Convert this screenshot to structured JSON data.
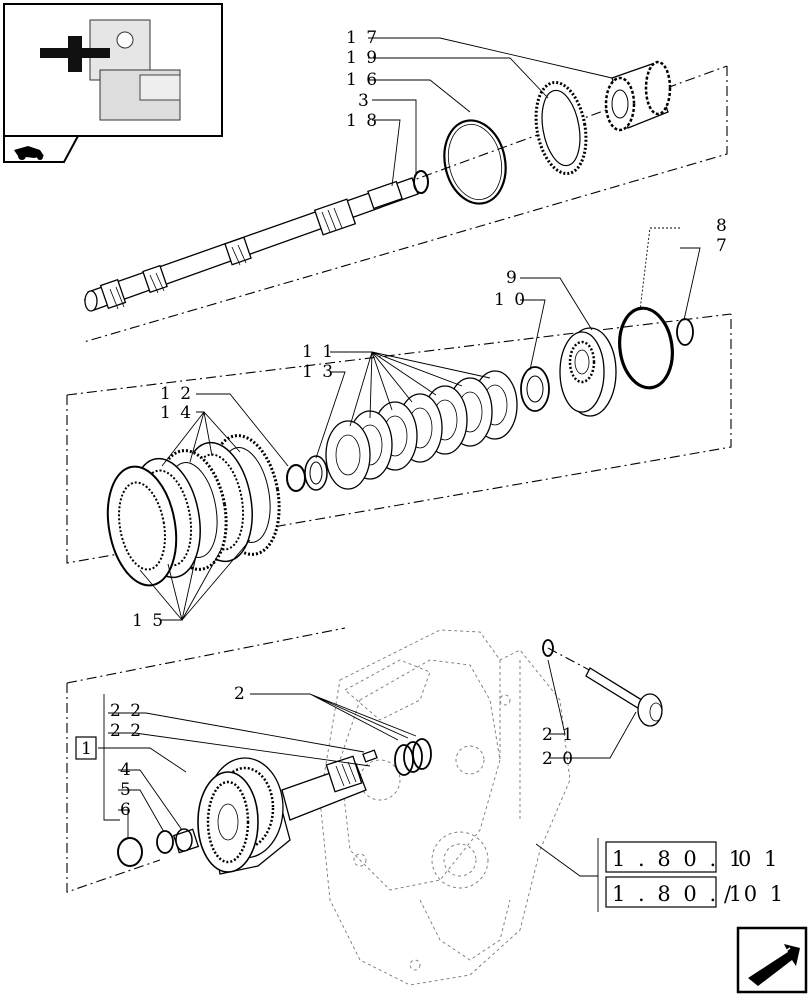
{
  "callouts": {
    "c17": "1 7",
    "c19": "1 9",
    "c16": "1 6",
    "c3": "3",
    "c18": "1 8",
    "c8": "8",
    "c7": "7",
    "c9": "9",
    "c10": "1 0",
    "c11": "1 1",
    "c13": "1 3",
    "c12": "1 2",
    "c14": "1 4",
    "c15": "1 5",
    "c2": "2",
    "c22a": "2 2",
    "c22b": "2 2",
    "c1": "1",
    "c4": "4",
    "c5": "5",
    "c6": "6",
    "c21": "2 1",
    "c20": "2 0"
  },
  "references": {
    "ref1_a": "1 . 8 0 . 1",
    "ref1_b": "0 1",
    "ref2_a": "1 . 8 0 . 1",
    "ref2_b": "/ 0 1"
  },
  "icons": [
    "thumbnail-locator",
    "tractor-icon",
    "next-page-arrow-icon"
  ]
}
